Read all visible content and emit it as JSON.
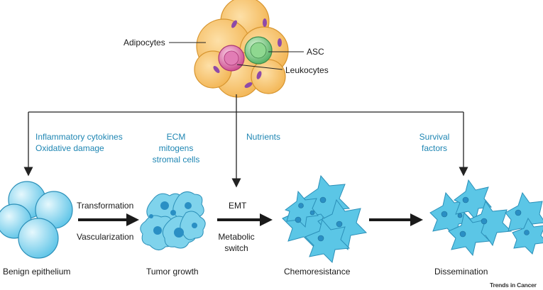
{
  "source_labels": {
    "adipocytes": "Adipocytes",
    "asc": "ASC",
    "leukocytes": "Leukocytes"
  },
  "factors": {
    "inflammatory_1": "Inflammatory cytokines",
    "inflammatory_2": "Oxidative damage",
    "ecm_1": "ECM",
    "ecm_2": "mitogens",
    "ecm_3": "stromal cells",
    "nutrients": "Nutrients",
    "survival_1": "Survival",
    "survival_2": "factors"
  },
  "transitions": {
    "transformation": "Transformation",
    "vascularization": "Vascularization",
    "emt": "EMT",
    "metabolic_1": "Metabolic",
    "metabolic_2": "switch"
  },
  "stages": {
    "benign": "Benign epithelium",
    "tumor": "Tumor growth",
    "chemo": "Chemoresistance",
    "dissemination": "Dissemination"
  },
  "brand": "Trends in Cancer",
  "colors": {
    "factor_text": "#1f86b3",
    "adipocyte_fill": "#f6bf63",
    "asc_fill": "#6cc77a",
    "leukocyte_fill": "#d9609c",
    "tumor_cell_fill": "#5bc6e6",
    "nucleus_fill": "#2a8fc4"
  }
}
